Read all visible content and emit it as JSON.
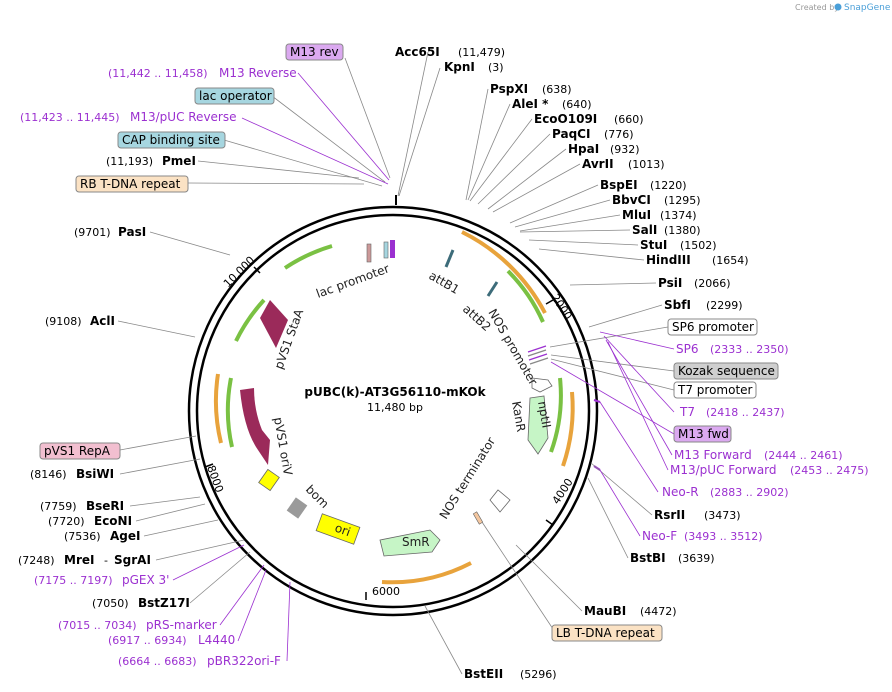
{
  "credit": {
    "prefix": "Created by",
    "brand": "SnapGene"
  },
  "plasmid": {
    "name": "pUBC(k)-AT3G56110-mKOk",
    "length": "11,480 bp"
  },
  "ticks": [
    "2000",
    "4000",
    "6000",
    "8000",
    "10,000"
  ],
  "enzymes_top": [
    {
      "name": "Acc65I",
      "pos": "(11,479)"
    },
    {
      "name": "KpnI",
      "pos": "(3)"
    },
    {
      "name": "PspXI",
      "pos": "(638)"
    },
    {
      "name": "AleI *",
      "pos": "(640)"
    },
    {
      "name": "EcoO109I",
      "pos": "(660)"
    },
    {
      "name": "PaqCI",
      "pos": "(776)"
    },
    {
      "name": "HpaI",
      "pos": "(932)"
    },
    {
      "name": "AvrII",
      "pos": "(1013)"
    },
    {
      "name": "BspEI",
      "pos": "(1220)"
    },
    {
      "name": "BbvCI",
      "pos": "(1295)"
    },
    {
      "name": "MluI",
      "pos": "(1374)"
    },
    {
      "name": "SalI",
      "pos": "(1380)"
    },
    {
      "name": "StuI",
      "pos": "(1502)"
    },
    {
      "name": "HindIII",
      "pos": "(1654)"
    },
    {
      "name": "PsiI",
      "pos": "(2066)"
    },
    {
      "name": "SbfI",
      "pos": "(2299)"
    }
  ],
  "right_features": [
    {
      "name": "SP6 promoter",
      "type": "box"
    },
    {
      "name": "SP6",
      "pos": "(2333 .. 2350)",
      "type": "primer"
    },
    {
      "name": "Kozak sequence",
      "type": "box-gray"
    },
    {
      "name": "T7 promoter",
      "type": "box"
    },
    {
      "name": "T7",
      "pos": "(2418 .. 2437)",
      "type": "primer"
    },
    {
      "name": "M13 fwd",
      "type": "box-purple"
    },
    {
      "name": "M13 Forward",
      "pos": "(2444 .. 2461)",
      "type": "primer"
    },
    {
      "name": "M13/pUC Forward",
      "pos": "(2453 .. 2475)",
      "type": "primer"
    },
    {
      "name": "Neo-R",
      "pos": "(2883 .. 2902)",
      "type": "primer"
    },
    {
      "name": "RsrII",
      "pos": "(3473)",
      "type": "enzyme"
    },
    {
      "name": "Neo-F",
      "pos": "(3493 .. 3512)",
      "type": "primer"
    },
    {
      "name": "BstBI",
      "pos": "(3639)",
      "type": "enzyme"
    },
    {
      "name": "MauBI",
      "pos": "(4472)",
      "type": "enzyme"
    },
    {
      "name": "LB T-DNA repeat",
      "type": "box-orange"
    },
    {
      "name": "BstEII",
      "pos": "(5296)",
      "type": "enzyme"
    }
  ],
  "left_features": [
    {
      "name": "M13 rev",
      "type": "box-purple"
    },
    {
      "name": "M13 Reverse",
      "pos": "(11,442 .. 11,458)",
      "type": "primer"
    },
    {
      "name": "lac operator",
      "type": "box-teal"
    },
    {
      "name": "M13/pUC Reverse",
      "pos": "(11,423 .. 11,445)",
      "type": "primer"
    },
    {
      "name": "CAP binding site",
      "type": "box-teal"
    },
    {
      "name": "PmeI",
      "pos": "(11,193)",
      "type": "enzyme"
    },
    {
      "name": "RB T-DNA repeat",
      "type": "box-orange"
    },
    {
      "name": "PasI",
      "pos": "(9701)",
      "type": "enzyme"
    },
    {
      "name": "AclI",
      "pos": "(9108)",
      "type": "enzyme"
    },
    {
      "name": "pVS1 RepA",
      "type": "box-pink"
    },
    {
      "name": "BsiWI",
      "pos": "(8146)",
      "type": "enzyme"
    },
    {
      "name": "BseRI",
      "pos": "(7759)",
      "type": "enzyme"
    },
    {
      "name": "EcoNI",
      "pos": "(7720)",
      "type": "enzyme"
    },
    {
      "name": "AgeI",
      "pos": "(7536)",
      "type": "enzyme"
    },
    {
      "name": "MreI",
      "name2": "SgrAI",
      "pos": "(7248)",
      "type": "enzyme2"
    },
    {
      "name": "pGEX 3'",
      "pos": "(7175 .. 7197)",
      "type": "primer"
    },
    {
      "name": "BstZ17I",
      "pos": "(7050)",
      "type": "enzyme"
    },
    {
      "name": "pRS-marker",
      "pos": "(7015 .. 7034)",
      "type": "primer"
    },
    {
      "name": "L4440",
      "pos": "(6917 .. 6934)",
      "type": "primer"
    },
    {
      "name": "pBR322ori-F",
      "pos": "(6664 .. 6683)",
      "type": "primer"
    }
  ],
  "inner_labels": [
    "lac promoter",
    "attB1",
    "attB2",
    "NOS promoter",
    "KanR",
    "nptII",
    "NOS terminator",
    "SmR",
    "ori",
    "bom",
    "pVS1 oriV",
    "pVS1 StaA"
  ],
  "colors": {
    "purple_text": "#9b30d0",
    "orange_feature": "#e8a33c",
    "green_feature": "#7ac143",
    "maroon_feature": "#9b2a5a",
    "yellow_feature": "#ffff00",
    "light_green": "#c6f5c6",
    "purple_box": "#dba9f0",
    "teal_box": "#a6d6e0",
    "orange_box": "#fbe2c4",
    "pink_box": "#f2bfd0",
    "gray_box": "#cfcfcf"
  }
}
